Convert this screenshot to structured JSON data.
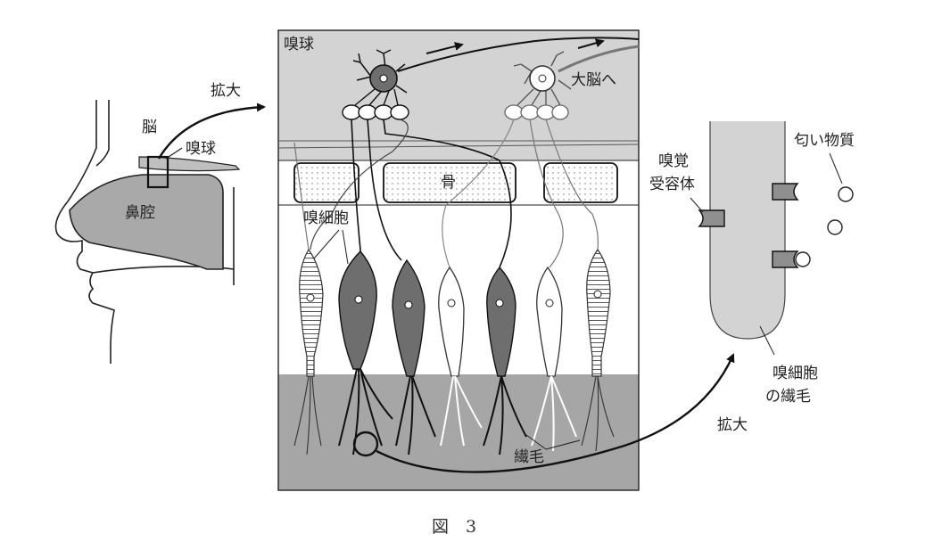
{
  "head": {
    "brain": "脳",
    "bulb": "嗅球",
    "nasal_cavity": "鼻腔"
  },
  "magnify_left": "拡大",
  "panel": {
    "bulb": "嗅球",
    "to_brain": "大脳へ",
    "bone": "骨",
    "olfactory_cell": "嗅細胞",
    "cilia": "繊毛"
  },
  "detail": {
    "receptor": [
      "嗅覚",
      "受容体"
    ],
    "odorant": "匂い物質",
    "cilium": [
      "嗅細胞",
      "の繊毛"
    ]
  },
  "magnify_right": "拡大",
  "caption": "図　3",
  "colors": {
    "panel_gray": "#d3d3d3",
    "mucus_gray": "#a6a6a6",
    "cell_dark": "#6e6e6e",
    "nasal_gray": "#a9a9a9"
  }
}
